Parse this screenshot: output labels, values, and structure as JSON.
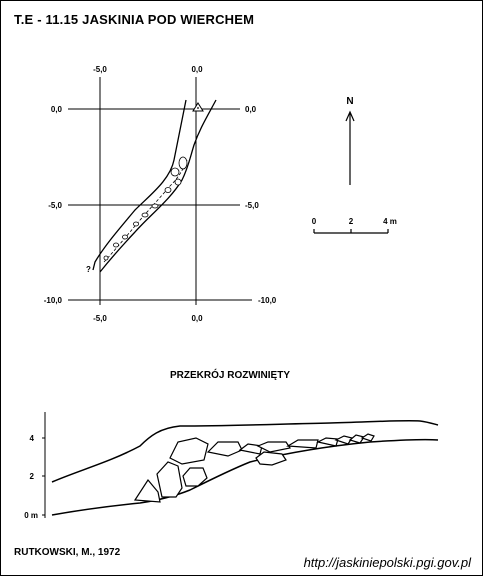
{
  "title": "T.E - 11.15  JASKINIA POD WIERCHEM",
  "plan": {
    "grid_labels": {
      "top_x": [
        "-5,0",
        "0,0"
      ],
      "bottom_x": [
        "-5,0",
        "0,0"
      ],
      "left_y": [
        "0,0",
        "-5,0",
        "-10,0"
      ],
      "right_y": [
        "0,0",
        "-5,0",
        "-10,0"
      ]
    },
    "question_mark": "?",
    "north_label": "N",
    "scale_labels": [
      "0",
      "2",
      "4 m"
    ]
  },
  "section": {
    "title": "PRZEKRÓJ ROZWINIĘTY",
    "y_labels": [
      "4",
      "2",
      "0 m"
    ]
  },
  "author": "RUTKOWSKI, M., 1972",
  "url": "http://jaskiniepolski.pgi.gov.pl"
}
